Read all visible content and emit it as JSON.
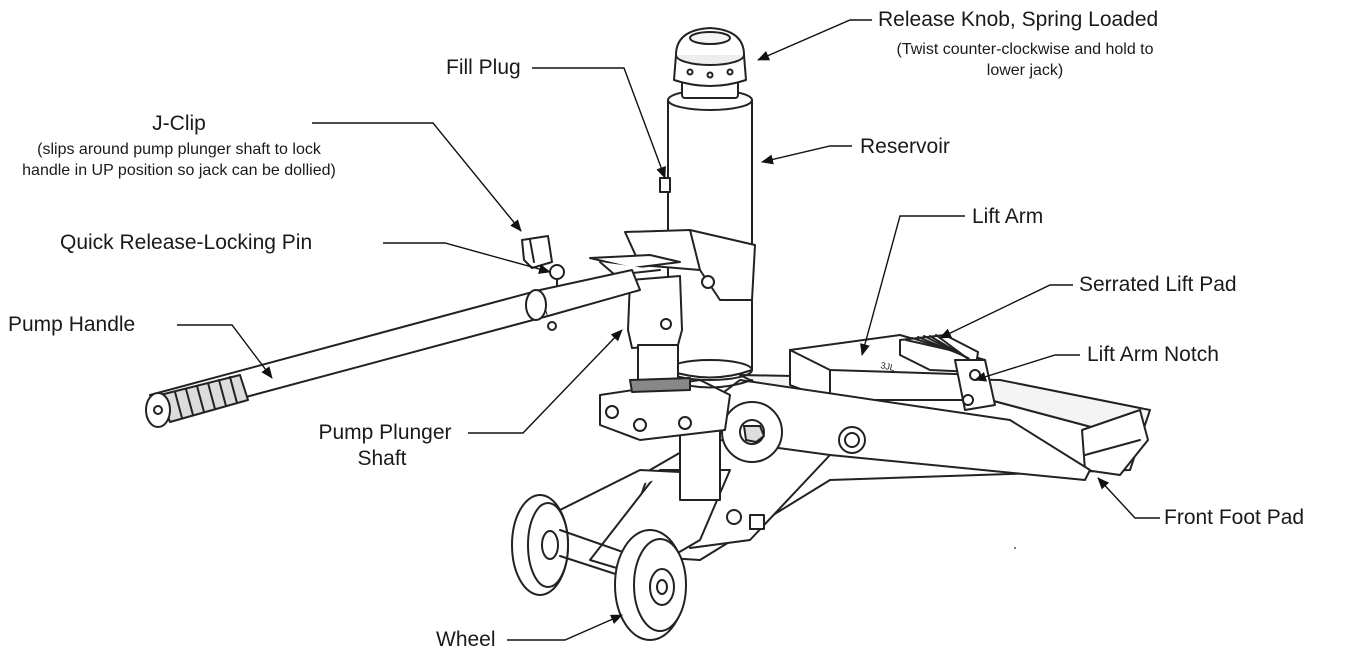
{
  "diagram": {
    "labels": {
      "release_knob": "Release Knob, Spring Loaded",
      "release_knob_note_1": "(Twist counter-clockwise and hold to",
      "release_knob_note_2": "lower jack)",
      "fill_plug": "Fill Plug",
      "j_clip": "J-Clip",
      "j_clip_note_1": "(slips around pump plunger shaft to lock",
      "j_clip_note_2": "handle in UP position so jack can be dollied)",
      "reservoir": "Reservoir",
      "lift_arm": "Lift Arm",
      "quick_release_pin": "Quick Release-Locking Pin",
      "serrated_lift_pad": "Serrated Lift Pad",
      "pump_handle": "Pump Handle",
      "lift_arm_notch": "Lift Arm Notch",
      "pump_plunger_1": "Pump Plunger",
      "pump_plunger_2": "Shaft",
      "front_foot_pad": "Front Foot Pad",
      "wheel": "Wheel"
    }
  }
}
